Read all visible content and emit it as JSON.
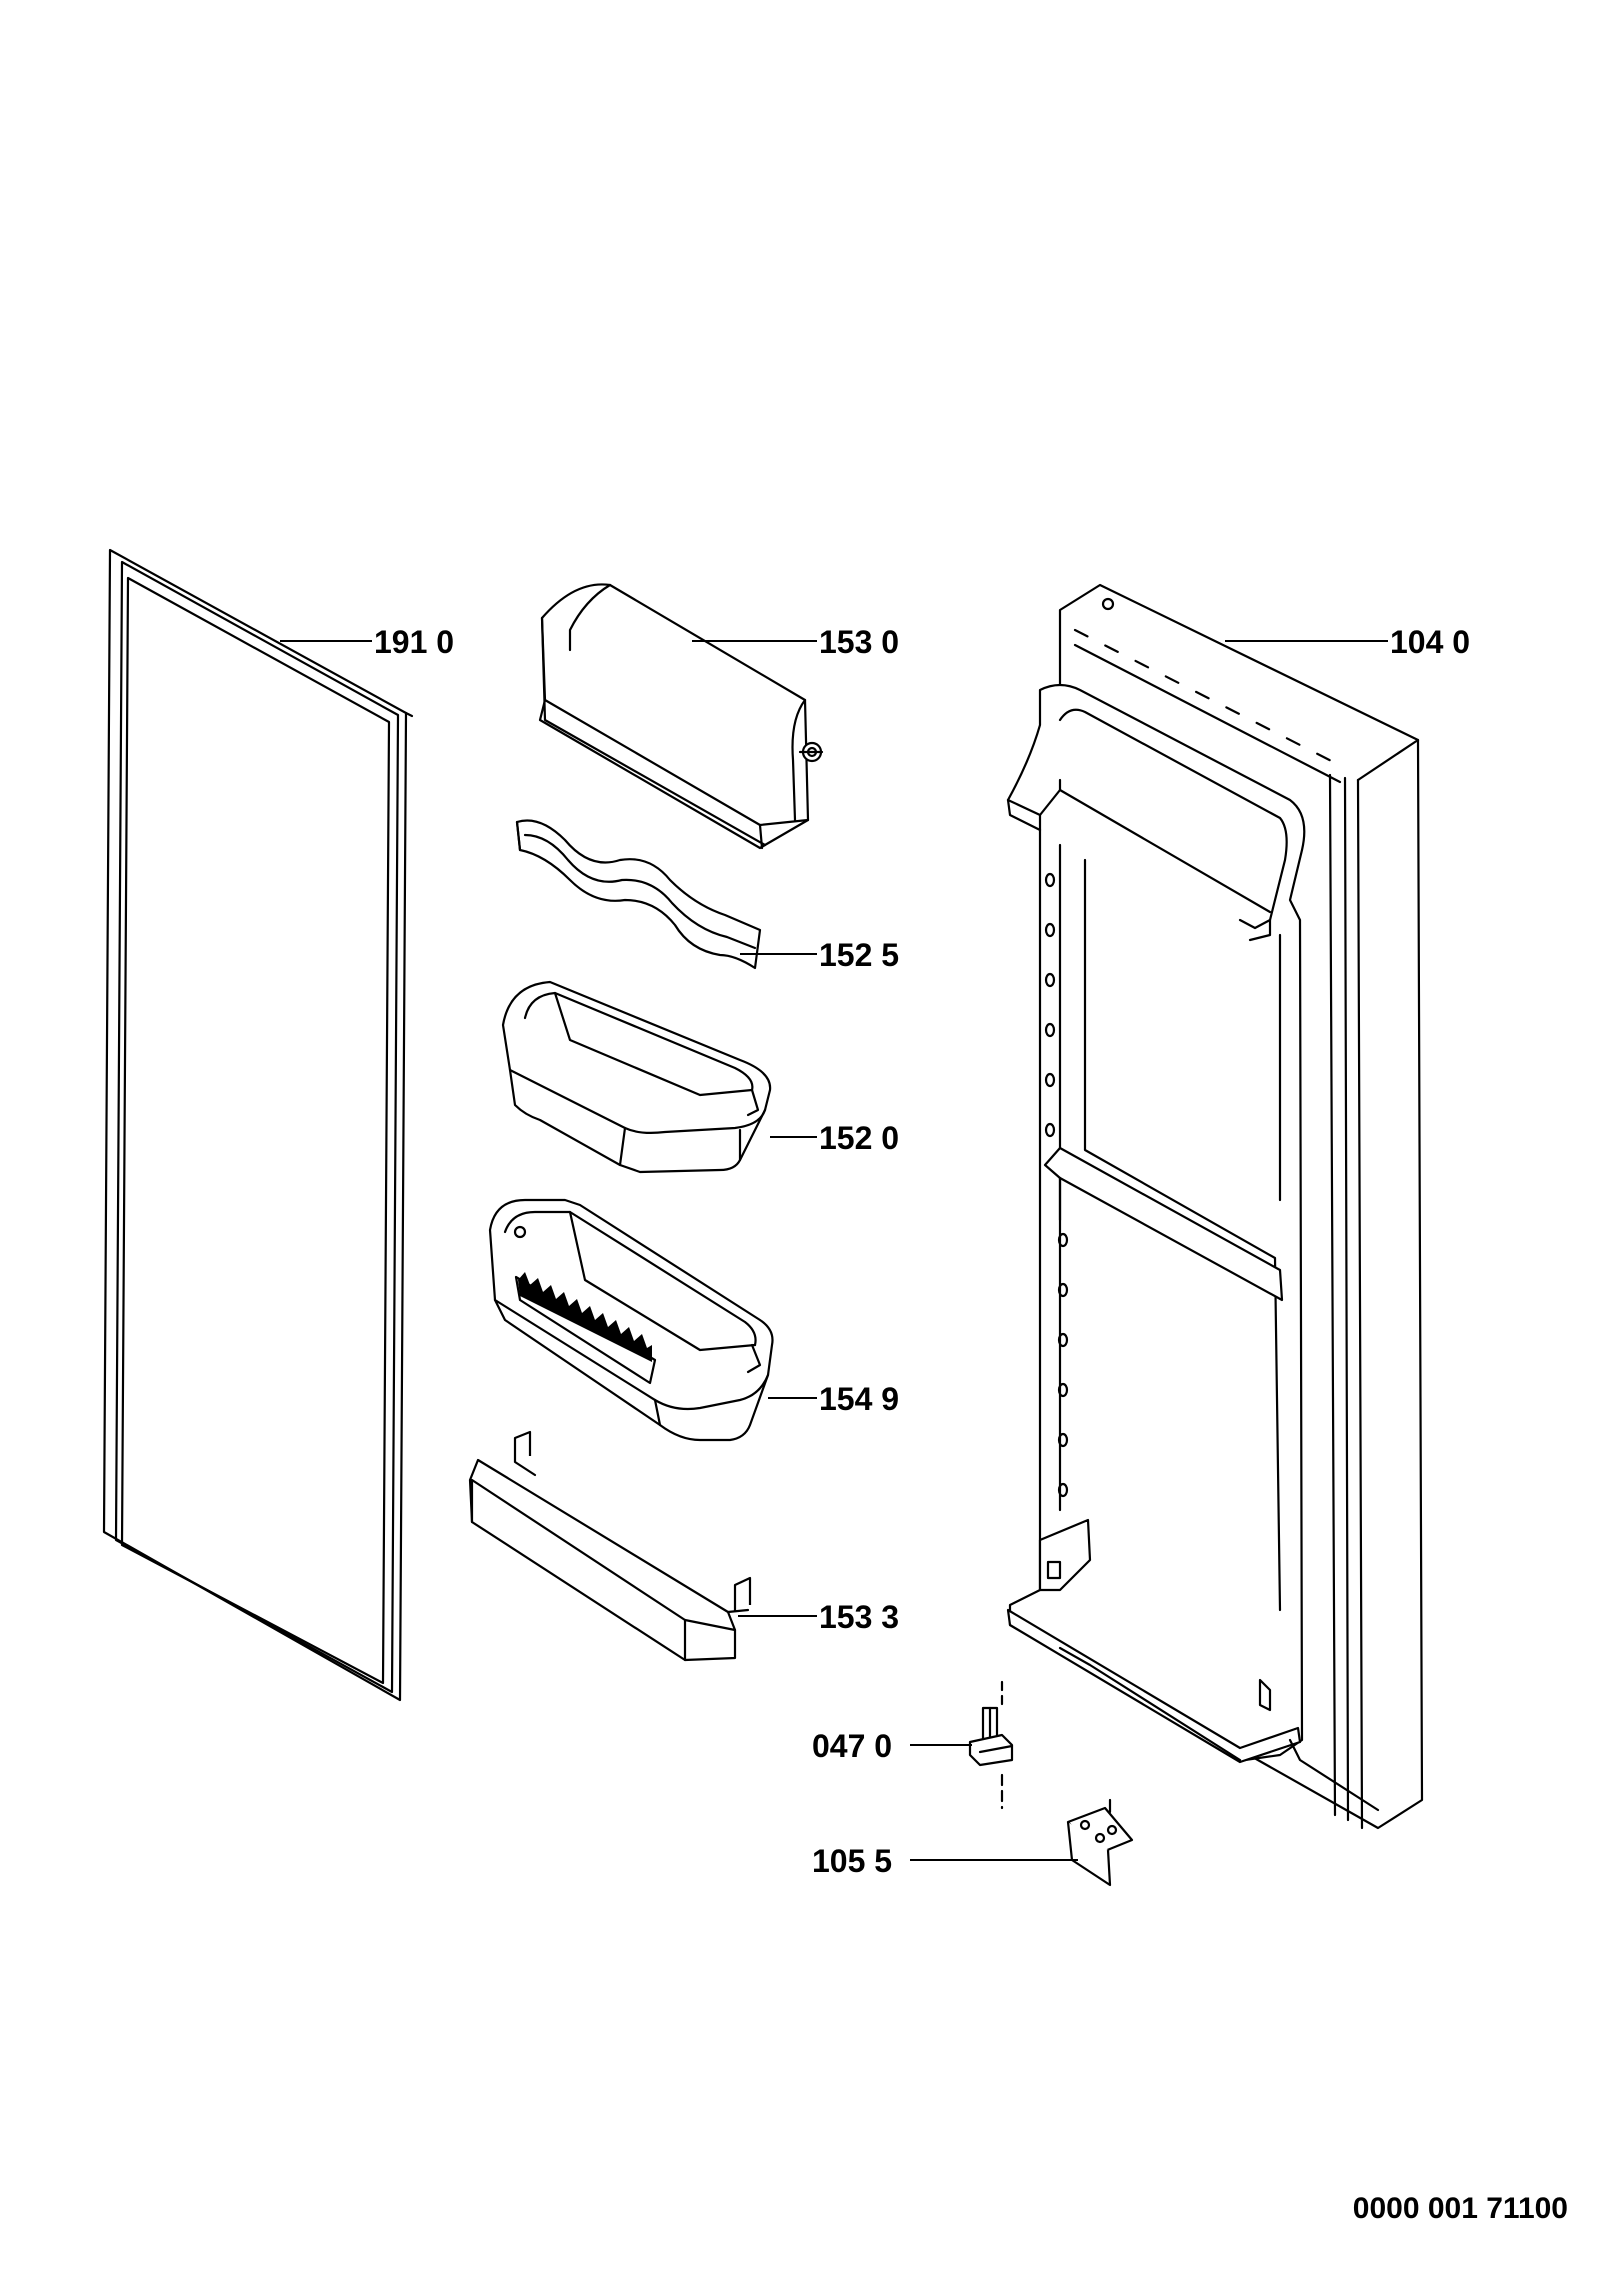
{
  "diagram": {
    "document_code": "0000 001 71100",
    "parts": [
      {
        "id": "door-seal",
        "label": "191 0"
      },
      {
        "id": "shelf-cover",
        "label": "153 0"
      },
      {
        "id": "bottle-retainer",
        "label": "152 5"
      },
      {
        "id": "small-door-bin",
        "label": "152 0"
      },
      {
        "id": "egg-tray-bin",
        "label": "154 9"
      },
      {
        "id": "bottle-rack",
        "label": "153 3"
      },
      {
        "id": "hinge-pin",
        "label": "047 0"
      },
      {
        "id": "lower-hinge",
        "label": "105 5"
      },
      {
        "id": "door-panel",
        "label": "104 0"
      }
    ]
  }
}
